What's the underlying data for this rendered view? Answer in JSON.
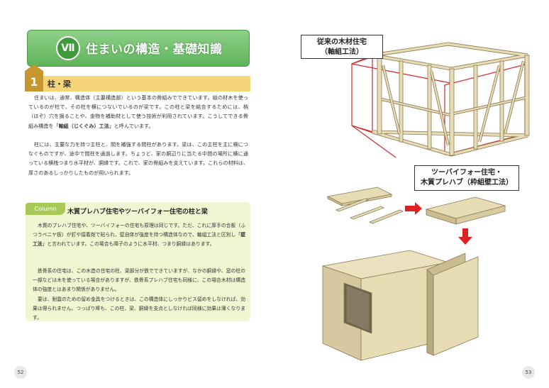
{
  "left_page": {
    "chapter": {
      "number": "Ⅶ",
      "title": "住まいの構造・基礎知識"
    },
    "section": {
      "number": "1",
      "title": "柱・梁"
    },
    "paragraph1": {
      "part1": "住まいは、通常、構造体（主要構造部）という基本の骨組みでできています。縦の材木を使っているのが柱で、その柱を横につないでいるのが梁です。この柱と梁を結合するためには、枘（ほぞ）穴を掘ることや、金物を補助材として使う技術が利用されています。こうしてできる骨組み構造を「",
      "bold": "軸組（じくぐみ）工法",
      "part2": "」と呼んでいます。"
    },
    "paragraph2": "柱には、主要な力を持つ主柱と、間を補強する間柱があります。梁は、この主柱を主に横につなぐものですが、途中で間柱を通過します。ちょうど、家の胴辺りに当たる中間の場所に横に通っている横桟つまり水平材が、胴縁です。これで、家の骨組みを支えています。これらの材料は、厚さのあるしっかりしたものが用いられます。",
    "column": {
      "tag": "Column",
      "title": "木質プレハブ住宅やツーバイフォー住宅の柱と梁",
      "paragraph1": {
        "part1": "木質のプレハブ住宅や、ツーバイフォーの住宅も原理は同じです。ただ、これに厚手の合板（ふつうベニヤ板）が釘や接着剤で貼られ、壁自体が強度を持つ構造体なので、軸組工法と区別し「",
        "bold": "壁工法",
        "part2": "」と言われています。この場合も障子のように水平材、つまり胴縁はあります。"
      },
      "paragraph2": "鉄骨系の住宅は、この木造の住宅の柱、梁部分が鉄でできていますが、なかの胴縁や、窓の柱の一部などは木を使っている場合がありますが、鉄骨系プレハブ住宅も同様に、この場合木材は構造体の強度とはあまり関係がありません。",
      "paragraph3": "要は、耐震のための留め金具をつけるときは、この構造体にしっかりビス留めをしなければ、効果は得られません。つっぱり棒も、この柱、梁、胴縁を支点としなければ同様に効果は薄くなります。"
    },
    "page_number": "52"
  },
  "right_page": {
    "callout_top": {
      "line1": "従来の木材住宅",
      "line2": "（軸組工法）"
    },
    "callout_bottom": {
      "line1": "ツーバイフォー住宅・",
      "line2": "木質プレハブ（枠組壁工法）"
    },
    "page_number": "53"
  },
  "colors": {
    "chapter_green": "#5fb45a",
    "section_yellow": "#f6d57a",
    "section_brown": "#c7962e",
    "column_bg": "#eff6d2",
    "column_tag": "#a8c858",
    "wood": "#e8dcb4",
    "arrow_red": "#e02020",
    "outline_red": "#d62828"
  }
}
